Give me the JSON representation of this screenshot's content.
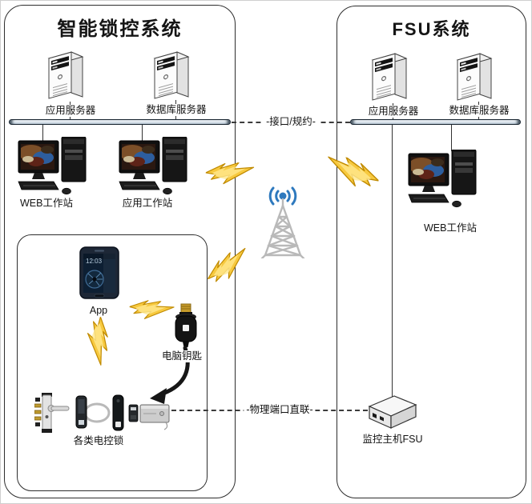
{
  "left_system": {
    "title": "智能锁控系统",
    "app_server_label": "应用服务器",
    "db_server_label": "数据库服务器",
    "web_workstation_label": "WEB工作站",
    "app_workstation_label": "应用工作站",
    "inner": {
      "app_label": "App",
      "phone_clock": "12:03",
      "key_label": "电脑钥匙",
      "locks_label": "各类电控锁"
    }
  },
  "right_system": {
    "title": "FSU系统",
    "app_server_label": "应用服务器",
    "db_server_label": "数据库服务器",
    "web_workstation_label": "WEB工作站",
    "fsu_host_label": "监控主机FSU"
  },
  "links": {
    "interface_protocol": "-接口/规约-",
    "physical_port": "-物理端口直联-"
  },
  "colors": {
    "bolt_gold": "#f7c93f",
    "bolt_edge": "#c08a00",
    "signal_blue": "#2e79be",
    "tower_grey": "#b9b9b9",
    "line_color": "#333333"
  }
}
